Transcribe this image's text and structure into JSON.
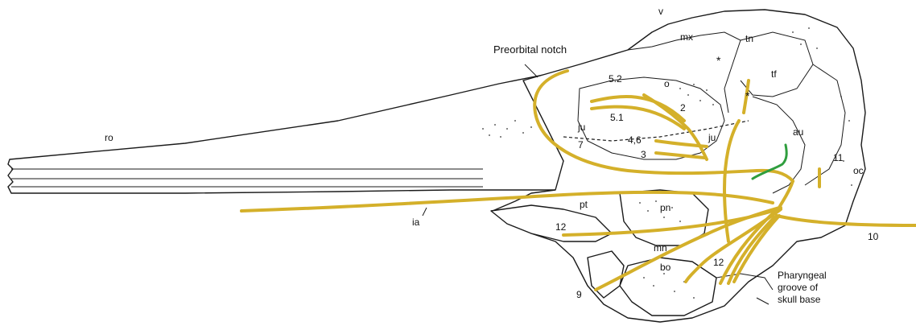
{
  "figure": {
    "colors": {
      "nerve": "#d4b02a",
      "nerve_dark": "#9b7d12",
      "green_vessel": "#2f9e3e",
      "outline": "#1a1a1a",
      "background": "#ffffff"
    }
  },
  "annotations": {
    "preorbital_notch": "Preorbital notch",
    "pharyngeal_line1": "Pharyngeal",
    "pharyngeal_line2": "groove of",
    "pharyngeal_line3": "skull base"
  },
  "labels": {
    "v": "v",
    "mx": "mx",
    "tn": "tn",
    "tf": "tf",
    "star1": "*",
    "star2": "*",
    "n52": "5.2",
    "o": "o",
    "n2": "2",
    "n51": "5.1",
    "ju1": "ju",
    "ju2": "ju",
    "n46": "4,6",
    "n7": "7",
    "n3": "3",
    "au": "au",
    "n11": "11",
    "oc": "oc",
    "ro": "ro",
    "pt": "pt",
    "pn": "pn",
    "ia": "ia",
    "n12a": "12",
    "mn": "mn",
    "n10": "10",
    "n12b": "12",
    "bo": "bo",
    "n9": "9"
  }
}
